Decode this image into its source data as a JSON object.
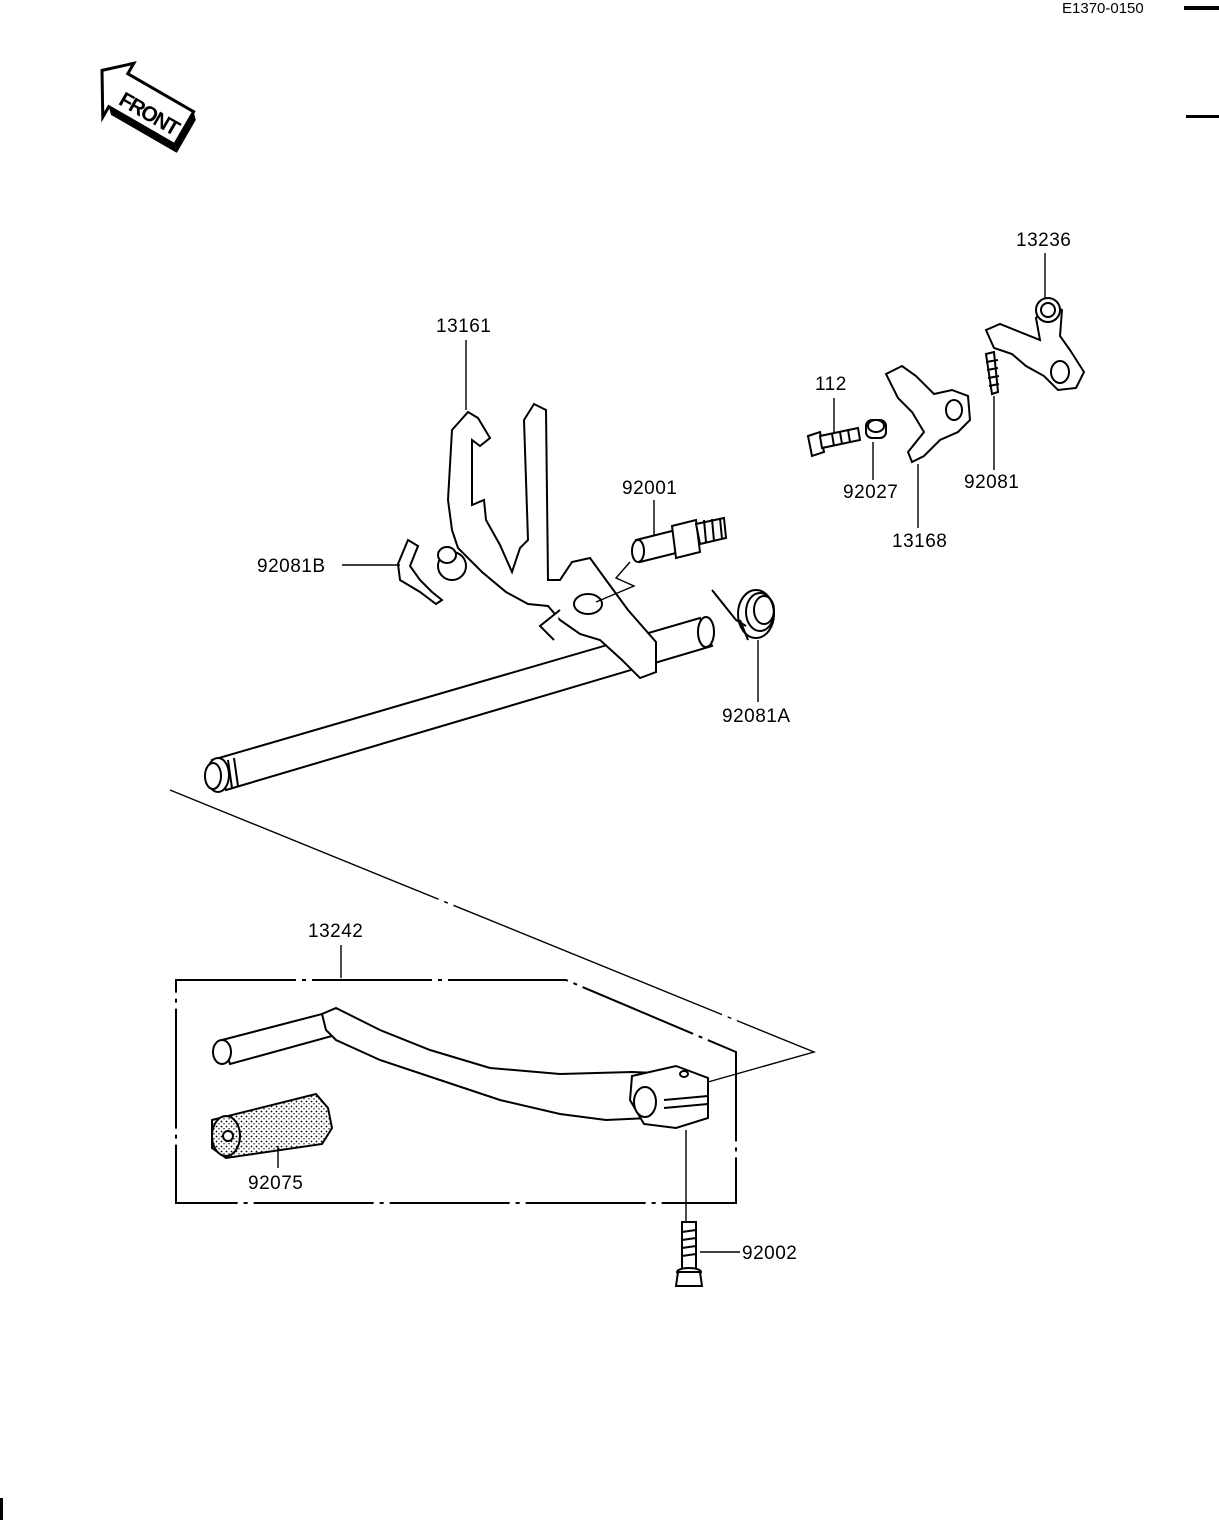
{
  "document": {
    "code": "E1370-0150",
    "front_arrow_label": "FRONT"
  },
  "parts": [
    {
      "id": "p13236",
      "number": "13236",
      "name": "plate"
    },
    {
      "id": "p13161",
      "number": "13161",
      "name": "shift-arm"
    },
    {
      "id": "p112",
      "number": "112",
      "name": "bolt"
    },
    {
      "id": "p92027",
      "number": "92027",
      "name": "collar"
    },
    {
      "id": "p92081",
      "number": "92081",
      "name": "spring"
    },
    {
      "id": "p13168",
      "number": "13168",
      "name": "lever"
    },
    {
      "id": "p92001",
      "number": "92001",
      "name": "stud-bolt"
    },
    {
      "id": "p92081B",
      "number": "92081B",
      "name": "spring"
    },
    {
      "id": "p92081A",
      "number": "92081A",
      "name": "torsion-spring"
    },
    {
      "id": "p13242",
      "number": "13242",
      "name": "shift-pedal-assembly"
    },
    {
      "id": "p92075",
      "number": "92075",
      "name": "rubber-grip"
    },
    {
      "id": "p92002",
      "number": "92002",
      "name": "pedal-bolt"
    }
  ],
  "colors": {
    "ink": "#000000",
    "paper": "#ffffff"
  }
}
